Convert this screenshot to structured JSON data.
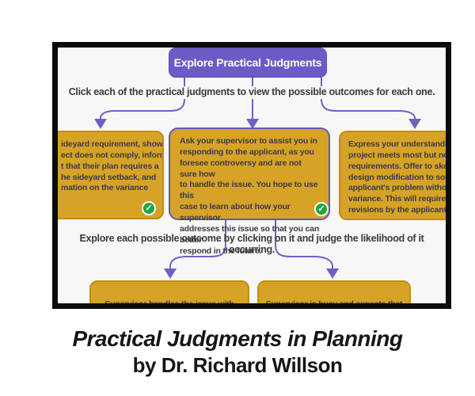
{
  "frame": {
    "title": "Explore Practical Judgments",
    "instruction_top": "Click each of the practical judgments to view the possible outcomes for each one.",
    "instruction_bottom": "Explore each possible outcome by clicking on it and judge the likelihood of it occurring.",
    "judgments": [
      {
        "position": "left",
        "text": "ideyard requirement, show\nect does not comply, inform\nt that their plan requires a\nhe sideyard setback, and\nmation on the variance",
        "completed": true,
        "selected": false
      },
      {
        "position": "middle",
        "text": "Ask your supervisor to assist you in\nresponding to the applicant, as you\nforesee controversy and are not sure how\nto handle the issue. You hope to use this\ncase to learn about how your supervisor\naddresses this issue so that you can better\nrespond in the future.",
        "completed": true,
        "selected": true
      },
      {
        "position": "right",
        "text": "Express your understanding th\nproject meets most but not all\nrequirements. Offer to sketch\ndesign modification to solve th\napplicant's problem without re\nvariance. This will require forn\nrevisions by the applicant.",
        "completed": false,
        "selected": false
      }
    ],
    "outcomes": [
      {
        "position": "left",
        "text": "Supervisor handles the issue with finesse"
      },
      {
        "position": "right",
        "text": "Supervisor is busy and expects that you"
      }
    ]
  },
  "caption": {
    "line1": "Practical Judgments in Planning",
    "line2": "by Dr. Richard Willson"
  },
  "icons": {
    "completed_check": "✓"
  },
  "colors": {
    "title_purple": "#6a5bc6",
    "arrow_purple": "#6f61c4",
    "card_orange": "#d7a326",
    "card_border_orange": "#c18e10",
    "selected_border_purple": "#6456c0",
    "check_green": "#21a53c",
    "frame_background": "#f7f7f7",
    "frame_border": "#0c0c0c",
    "body_text": "#3c3a48"
  }
}
